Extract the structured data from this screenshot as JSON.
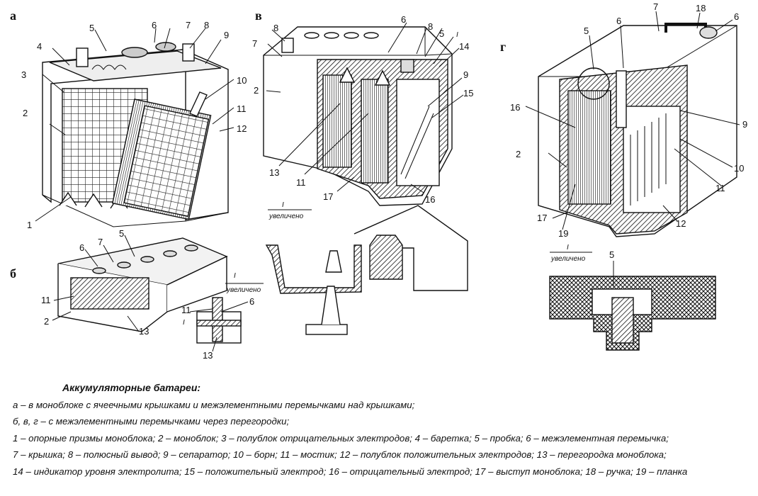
{
  "panels": {
    "a": {
      "letter": "а",
      "labels": [
        "1",
        "2",
        "3",
        "4",
        "5",
        "6",
        "7",
        "8",
        "9",
        "10",
        "11",
        "12"
      ]
    },
    "b": {
      "letter": "б",
      "labels": [
        "2",
        "5",
        "6",
        "7",
        "11",
        "13",
        "11",
        "6",
        "13"
      ],
      "zoom_num": "I",
      "zoom_word": "увеличено",
      "marker": "I"
    },
    "v": {
      "letter": "в",
      "labels": [
        "7",
        "8",
        "6",
        "8",
        "5",
        "I",
        "14",
        "2",
        "9",
        "15",
        "13",
        "11",
        "17",
        "16"
      ],
      "zoom_num": "I",
      "zoom_word": "увеличено"
    },
    "g": {
      "letter": "г",
      "labels": [
        "7",
        "18",
        "6",
        "5",
        "6",
        "16",
        "9",
        "2",
        "10",
        "11",
        "17",
        "12",
        "19"
      ],
      "zoom_num": "I",
      "zoom_word": "увеличено",
      "detail_label": "5"
    }
  },
  "caption": {
    "title": "Аккумуляторные батареи:",
    "lines": [
      "а – в моноблоке с ячеечными крышками и межэлементными перемычками над крышками;",
      "б, в, г – с межэлементными перемычками через перегородки;",
      "1 – опорные призмы моноблока;  2 – моноблок; 3 – полублок отрицательных электродов;  4 – баретка; 5 – пробка;  6 – межэлементная перемычка;",
      "7 – крышка; 8 – полюсный вывод;  9 – сепаратор; 10 – борн; 11 – мостик;  12 – полублок положительных электродов; 13 – перегородка моноблока;",
      "14 – индикатор уровня электролита; 15 – положительный электрод;  16 – отрицательный электрод; 17 – выступ моноблока; 18 – ручка; 19 – планка"
    ]
  }
}
